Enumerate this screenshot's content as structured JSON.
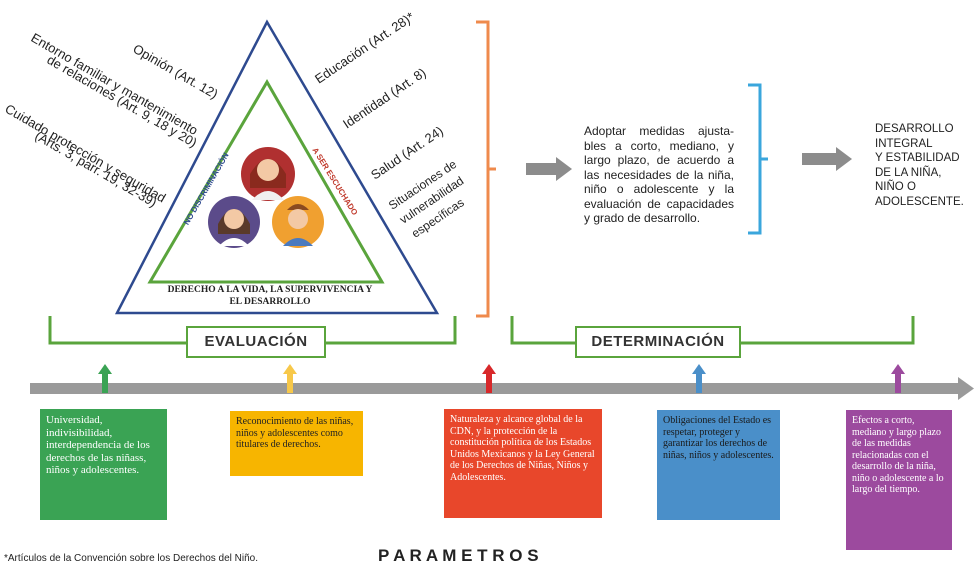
{
  "triangle": {
    "left_labels": [
      "Opinión (Art. 12)",
      "Entorno familiar y mantenimiento",
      "de relaciones (Art. 9, 18 y 20)",
      "Cuidado protección y seguridad",
      "(Arts. 3, parr. 19, 32-39)"
    ],
    "right_labels": [
      "Educación (Art. 28)*",
      "Identidad (Art. 8)",
      "Salud (Art. 24)",
      "Situaciones de",
      "vulnerabilidad",
      "específicas"
    ],
    "inner_left": "NO DISCRIMINACIÓN",
    "inner_right": "A SER ESCUCHADO",
    "base_line1": "DERECHO A LA VIDA, LA SUPERVIVENCIA Y",
    "base_line2": "EL DESARROLLO"
  },
  "measures_text": "Adoptar medidas ajusta-bles a corto, mediano, y largo plazo, de acuerdo a las necesidades de la niña, niño o adolescente y la evaluación de capacidades y grado de desarrollo.",
  "outcome_lines": [
    "DESARROLLO",
    "INTEGRAL",
    "Y ESTABILIDAD",
    "DE LA NIÑA,",
    "NIÑO O",
    "ADOLESCENTE."
  ],
  "labels": {
    "evaluacion": "EVALUACIÓN",
    "determinacion": "DETERMINACIÓN"
  },
  "boxes": [
    {
      "text": "Universidad, indivisibilidad, interdependencia de los derechos de las niñass, niños y adolescentes.",
      "color": "#3aa354"
    },
    {
      "text": "Reconocimiento de las niñas, niños y adolescentes como titulares de derechos.",
      "color": "#f7b500"
    },
    {
      "text": "Naturaleza y alcance global de la CDN, y la protección de la constitución política de los Estados Unidos Mexicanos y la Ley General de los Derechos de Niñas, Niños y Adolescentes.",
      "color": "#e8472b"
    },
    {
      "text": "Obligaciones del Estado es respetar, proteger y garantizar los derechos de niñas, niños y adolescentes.",
      "color": "#4a8fc9"
    },
    {
      "text": "Efectos a corto, mediano y largo plazo de las medidas relacionadas con el desarrollo de la niña, niño o adolescente a lo largo del tiempo.",
      "color": "#9c4a9e"
    }
  ],
  "footnote": "*Artículos de la Convención sobre los Derechos del Niño.",
  "parametros": "P A R A M E T R O S",
  "colors": {
    "green": "#5aa43c",
    "orange": "#ef8a4c",
    "blue": "#3aa6dc",
    "navy": "#2e4a8f",
    "gray": "#9a9a9a"
  }
}
